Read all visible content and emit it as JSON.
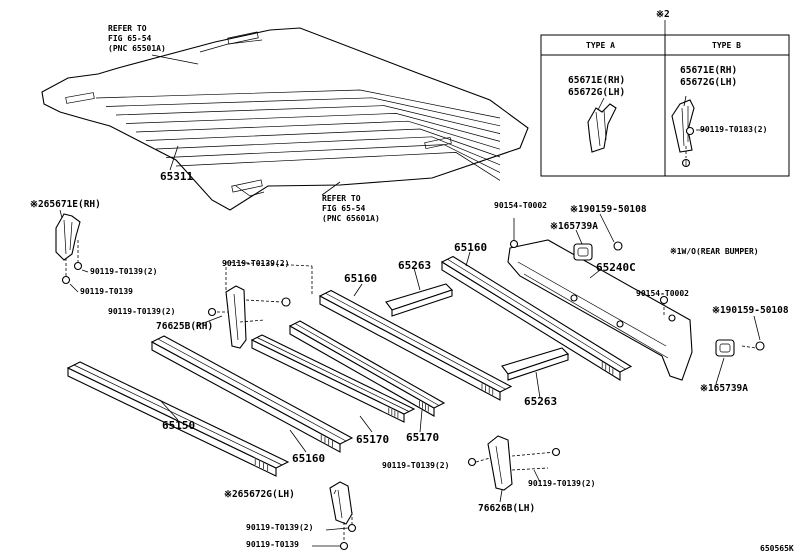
{
  "labels": {
    "refer_top": "REFER TO\nFIG 65-54\n(PNC 65501A)",
    "refer_bottom": "REFER TO\nFIG 65-54\n(PNC 65601A)",
    "p65311": "65311",
    "note2": "※2",
    "type_a": "TYPE A",
    "type_b": "TYPE B",
    "a_part1": "65671E(RH)",
    "a_part2": "65672G(LH)",
    "b_part1": "65671E(RH)",
    "b_part2": "65672G(LH)",
    "b_bolt": "90119-T0183(2)",
    "left_bracket_rh": "※265671E(RH)",
    "left_bolt_2": "90119-T0139(2)",
    "left_bolt_1": "90119-T0139",
    "mid_bolt_top": "90119-T0139(2)",
    "mid_bolt_side": "90119-T0139(2)",
    "bracket_76625b": "76625B(RH)",
    "p65160_a": "65160",
    "p65263_a": "65263",
    "p65160_b": "65160",
    "p90154_top": "90154-T0002",
    "p90159_top": "※190159-50108",
    "p165739a_top": "※165739A",
    "p65240c": "65240C",
    "note1": "※1W/O(REAR BUMPER)",
    "p90154_mid": "90154-T0002",
    "p90159_mid": "※190159-50108",
    "p165739a_mid": "※165739A",
    "p65263_b": "65263",
    "p65150": "65150",
    "p65160_c": "65160",
    "p65170_a": "65170",
    "p65170_b": "65170",
    "bot_bolt_left": "90119-T0139(2)",
    "bot_bolt_right": "90119-T0139(2)",
    "bracket_76626b": "76626B(LH)",
    "left_bracket_lh": "※265672G(LH)",
    "bot_bolt_2": "90119-T0139(2)",
    "bot_bolt_1": "90119-T0139",
    "figure_code": "650565K"
  },
  "icons": [
    "hex-bolt-icon",
    "nut-icon",
    "rubber-stopper-icon",
    "bracket-icon"
  ]
}
